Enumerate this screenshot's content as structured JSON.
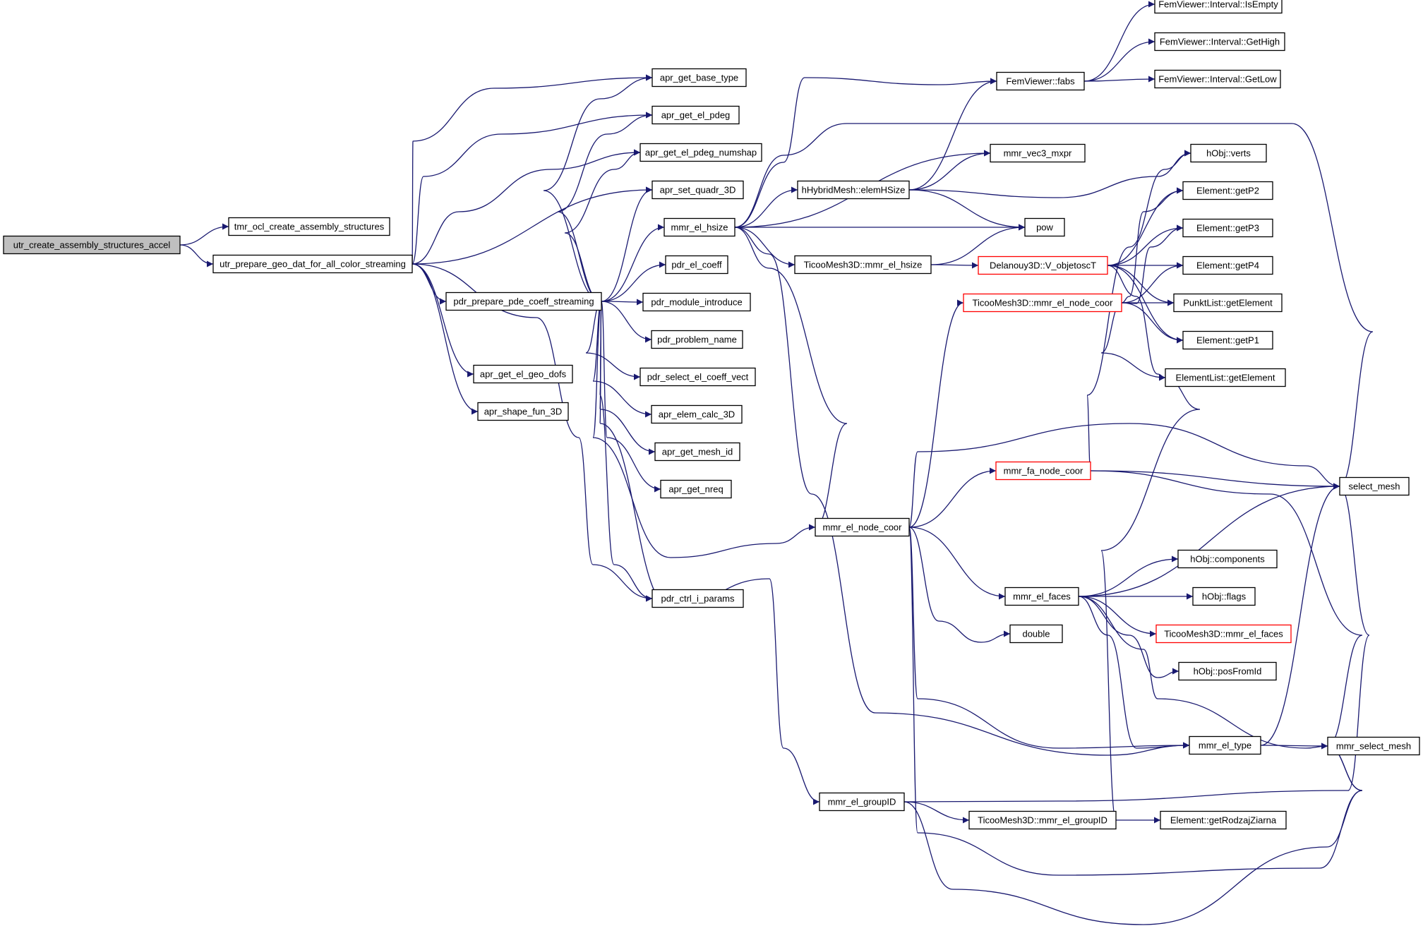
{
  "colors": {
    "edge": "#191970",
    "node_border": "#000000",
    "node_fill": "#ffffff",
    "root_fill": "#bfbfbf",
    "truncated_border": "#ff0000"
  },
  "nodes": {
    "utr_create": {
      "label": "utr_create_assembly_structures_accel",
      "style": "root"
    },
    "tmr_ocl": {
      "label": "tmr_ocl_create_assembly_structures",
      "style": "normal"
    },
    "utr_prepare": {
      "label": "utr_prepare_geo_dat_for_all_color_streaming",
      "style": "normal"
    },
    "apr_base_type": {
      "label": "apr_get_base_type",
      "style": "normal"
    },
    "apr_el_pdeg": {
      "label": "apr_get_el_pdeg",
      "style": "normal"
    },
    "apr_el_pdeg_numshap": {
      "label": "apr_get_el_pdeg_numshap",
      "style": "normal"
    },
    "apr_set_quadr": {
      "label": "apr_set_quadr_3D",
      "style": "normal"
    },
    "pdr_prepare": {
      "label": "pdr_prepare_pde_coeff_streaming",
      "style": "normal"
    },
    "apr_geo_dofs": {
      "label": "apr_get_el_geo_dofs",
      "style": "normal"
    },
    "apr_shape_fun": {
      "label": "apr_shape_fun_3D",
      "style": "normal"
    },
    "mmr_el_hsize": {
      "label": "mmr_el_hsize",
      "style": "normal"
    },
    "pdr_el_coeff": {
      "label": "pdr_el_coeff",
      "style": "normal"
    },
    "pdr_module_introduce": {
      "label": "pdr_module_introduce",
      "style": "normal"
    },
    "pdr_problem_name": {
      "label": "pdr_problem_name",
      "style": "normal"
    },
    "pdr_select_el_coeff_vect": {
      "label": "pdr_select_el_coeff_vect",
      "style": "normal"
    },
    "apr_elem_calc": {
      "label": "apr_elem_calc_3D",
      "style": "normal"
    },
    "apr_mesh_id": {
      "label": "apr_get_mesh_id",
      "style": "normal"
    },
    "apr_nreq": {
      "label": "apr_get_nreq",
      "style": "normal"
    },
    "pdr_ctrl": {
      "label": "pdr_ctrl_i_params",
      "style": "normal"
    },
    "femviewer_fabs": {
      "label": "FemViewer::fabs",
      "style": "normal"
    },
    "isempty": {
      "label": "FemViewer::Interval::IsEmpty",
      "style": "normal"
    },
    "gethigh": {
      "label": "FemViewer::Interval::GetHigh",
      "style": "normal"
    },
    "getlow": {
      "label": "FemViewer::Interval::GetLow",
      "style": "normal"
    },
    "mmr_vec3": {
      "label": "mmr_vec3_mxpr",
      "style": "normal"
    },
    "elemhsize": {
      "label": "hHybridMesh::elemHSize",
      "style": "normal"
    },
    "pow": {
      "label": "pow",
      "style": "normal"
    },
    "ticoo_hsize": {
      "label": "TicooMesh3D::mmr_el_hsize",
      "style": "normal"
    },
    "delanouy": {
      "label": "Delanouy3D::V_objetoscT",
      "style": "truncated"
    },
    "ticoo_node_coor": {
      "label": "TicooMesh3D::mmr_el_node_coor",
      "style": "truncated"
    },
    "hobj_verts": {
      "label": "hObj::verts",
      "style": "normal"
    },
    "getp2": {
      "label": "Element::getP2",
      "style": "normal"
    },
    "getp3": {
      "label": "Element::getP3",
      "style": "normal"
    },
    "getp4": {
      "label": "Element::getP4",
      "style": "normal"
    },
    "punktlist": {
      "label": "PunktList::getElement",
      "style": "normal"
    },
    "getp1": {
      "label": "Element::getP1",
      "style": "normal"
    },
    "elementlist": {
      "label": "ElementList::getElement",
      "style": "normal"
    },
    "mmr_fa_node_coor": {
      "label": "mmr_fa_node_coor",
      "style": "truncated"
    },
    "select_mesh": {
      "label": "select_mesh",
      "style": "normal"
    },
    "mmr_el_node_coor": {
      "label": "mmr_el_node_coor",
      "style": "normal"
    },
    "hobj_components": {
      "label": "hObj::components",
      "style": "normal"
    },
    "mmr_el_faces": {
      "label": "mmr_el_faces",
      "style": "normal"
    },
    "hobj_flags": {
      "label": "hObj::flags",
      "style": "normal"
    },
    "double": {
      "label": "double",
      "style": "normal"
    },
    "ticoo_faces": {
      "label": "TicooMesh3D::mmr_el_faces",
      "style": "truncated"
    },
    "hobj_posfromid": {
      "label": "hObj::posFromId",
      "style": "normal"
    },
    "mmr_el_type": {
      "label": "mmr_el_type",
      "style": "normal"
    },
    "mmr_select_mesh": {
      "label": "mmr_select_mesh",
      "style": "normal"
    },
    "mmr_el_groupid": {
      "label": "mmr_el_groupID",
      "style": "normal"
    },
    "ticoo_groupid": {
      "label": "TicooMesh3D::mmr_el_groupID",
      "style": "normal"
    },
    "getrodzaj": {
      "label": "Element::getRodzajZiarna",
      "style": "normal"
    }
  },
  "edges": [
    [
      "utr_create",
      "tmr_ocl"
    ],
    [
      "utr_create",
      "utr_prepare"
    ],
    [
      "utr_prepare",
      "apr_base_type"
    ],
    [
      "utr_prepare",
      "apr_el_pdeg"
    ],
    [
      "utr_prepare",
      "apr_el_pdeg_numshap"
    ],
    [
      "utr_prepare",
      "apr_set_quadr"
    ],
    [
      "utr_prepare",
      "pdr_prepare"
    ],
    [
      "utr_prepare",
      "apr_geo_dofs"
    ],
    [
      "utr_prepare",
      "apr_shape_fun"
    ],
    [
      "utr_prepare",
      "pdr_ctrl"
    ],
    [
      "pdr_prepare",
      "apr_base_type"
    ],
    [
      "pdr_prepare",
      "apr_el_pdeg"
    ],
    [
      "pdr_prepare",
      "apr_el_pdeg_numshap"
    ],
    [
      "pdr_prepare",
      "apr_set_quadr"
    ],
    [
      "pdr_prepare",
      "mmr_el_hsize"
    ],
    [
      "pdr_prepare",
      "pdr_el_coeff"
    ],
    [
      "pdr_prepare",
      "pdr_module_introduce"
    ],
    [
      "pdr_prepare",
      "pdr_problem_name"
    ],
    [
      "pdr_prepare",
      "pdr_select_el_coeff_vect"
    ],
    [
      "pdr_prepare",
      "apr_elem_calc"
    ],
    [
      "pdr_prepare",
      "apr_mesh_id"
    ],
    [
      "pdr_prepare",
      "apr_nreq"
    ],
    [
      "pdr_prepare",
      "pdr_ctrl"
    ],
    [
      "pdr_prepare",
      "mmr_el_node_coor"
    ],
    [
      "pdr_prepare",
      "mmr_el_groupid"
    ],
    [
      "mmr_el_hsize",
      "femviewer_fabs"
    ],
    [
      "mmr_el_hsize",
      "select_mesh"
    ],
    [
      "mmr_el_hsize",
      "mmr_vec3"
    ],
    [
      "mmr_el_hsize",
      "elemhsize"
    ],
    [
      "mmr_el_hsize",
      "pow"
    ],
    [
      "mmr_el_hsize",
      "ticoo_hsize"
    ],
    [
      "mmr_el_hsize",
      "mmr_el_node_coor"
    ],
    [
      "mmr_el_hsize",
      "mmr_el_type"
    ],
    [
      "femviewer_fabs",
      "isempty"
    ],
    [
      "femviewer_fabs",
      "gethigh"
    ],
    [
      "femviewer_fabs",
      "getlow"
    ],
    [
      "elemhsize",
      "femviewer_fabs"
    ],
    [
      "elemhsize",
      "mmr_vec3"
    ],
    [
      "elemhsize",
      "hobj_verts"
    ],
    [
      "elemhsize",
      "pow"
    ],
    [
      "ticoo_hsize",
      "pow"
    ],
    [
      "ticoo_hsize",
      "delanouy"
    ],
    [
      "delanouy",
      "getp2"
    ],
    [
      "delanouy",
      "getp3"
    ],
    [
      "delanouy",
      "getp4"
    ],
    [
      "delanouy",
      "punktlist"
    ],
    [
      "delanouy",
      "getp1"
    ],
    [
      "delanouy",
      "elementlist"
    ],
    [
      "ticoo_node_coor",
      "getp2"
    ],
    [
      "ticoo_node_coor",
      "getp3"
    ],
    [
      "ticoo_node_coor",
      "getp4"
    ],
    [
      "ticoo_node_coor",
      "punktlist"
    ],
    [
      "ticoo_node_coor",
      "getp1"
    ],
    [
      "ticoo_node_coor",
      "elementlist"
    ],
    [
      "mmr_el_node_coor",
      "ticoo_node_coor"
    ],
    [
      "mmr_el_node_coor",
      "select_mesh"
    ],
    [
      "mmr_el_node_coor",
      "mmr_fa_node_coor"
    ],
    [
      "mmr_el_node_coor",
      "mmr_el_faces"
    ],
    [
      "mmr_el_node_coor",
      "double"
    ],
    [
      "mmr_el_node_coor",
      "mmr_el_type"
    ],
    [
      "mmr_el_node_coor",
      "mmr_select_mesh"
    ],
    [
      "mmr_fa_node_coor",
      "hobj_verts"
    ],
    [
      "mmr_fa_node_coor",
      "select_mesh"
    ],
    [
      "mmr_fa_node_coor",
      "mmr_select_mesh"
    ],
    [
      "mmr_el_faces",
      "select_mesh"
    ],
    [
      "mmr_el_faces",
      "hobj_components"
    ],
    [
      "mmr_el_faces",
      "hobj_flags"
    ],
    [
      "mmr_el_faces",
      "ticoo_faces"
    ],
    [
      "mmr_el_faces",
      "hobj_posfromid"
    ],
    [
      "mmr_el_faces",
      "mmr_el_type"
    ],
    [
      "mmr_el_faces",
      "mmr_select_mesh"
    ],
    [
      "mmr_el_type",
      "select_mesh"
    ],
    [
      "mmr_el_type",
      "mmr_select_mesh"
    ],
    [
      "mmr_el_groupid",
      "select_mesh"
    ],
    [
      "mmr_el_groupid",
      "ticoo_groupid"
    ],
    [
      "mmr_el_groupid",
      "mmr_select_mesh"
    ],
    [
      "ticoo_groupid",
      "elementlist"
    ],
    [
      "ticoo_groupid",
      "getrodzaj"
    ]
  ]
}
